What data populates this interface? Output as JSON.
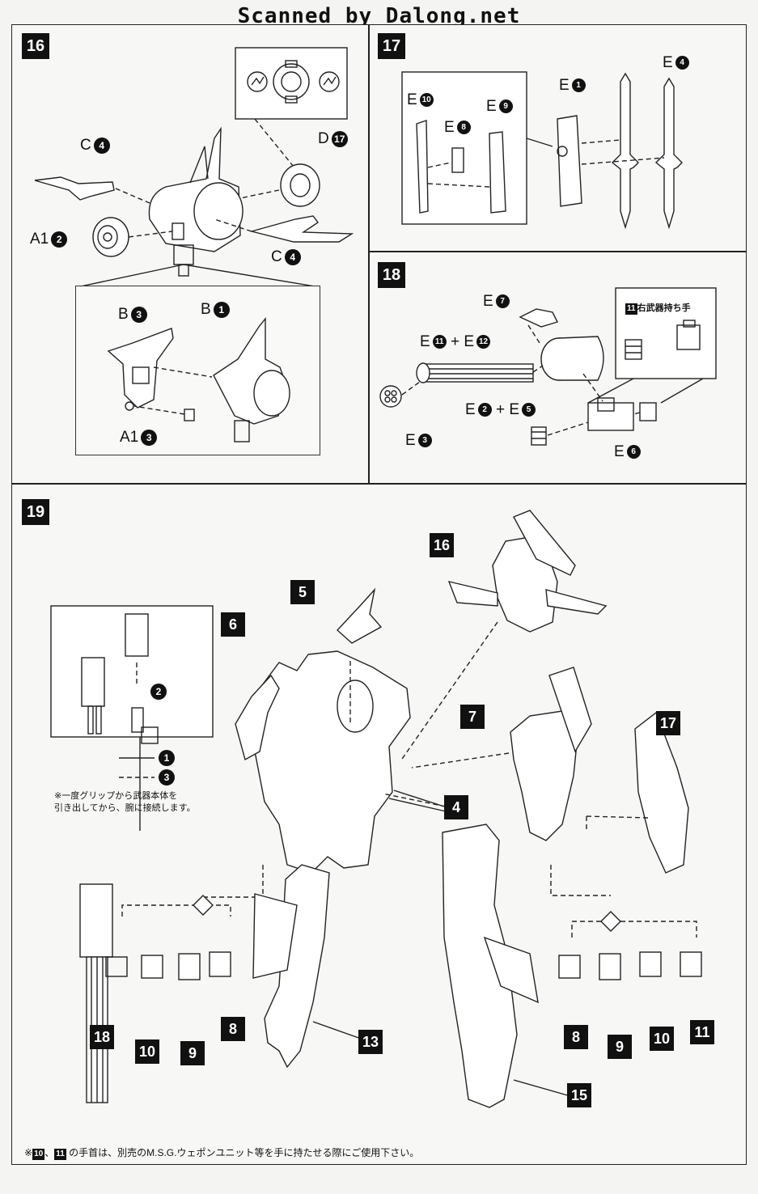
{
  "header": {
    "title": "Scanned by Dalong.net"
  },
  "steps": {
    "s16": {
      "number": "16",
      "labels": {
        "c4_top": "C",
        "c4_top_n": "4",
        "a1_2": "A1",
        "a1_2_n": "2",
        "d17": "D",
        "d17_n": "17",
        "c4_bottom": "C",
        "c4_bottom_n": "4"
      },
      "inset": {
        "b3": "B",
        "b3_n": "3",
        "b1": "B",
        "b1_n": "1",
        "a1_3": "A1",
        "a1_3_n": "3"
      }
    },
    "s17": {
      "number": "17",
      "labels": {
        "e10": "E",
        "e10_n": "10",
        "e8": "E",
        "e8_n": "8",
        "e9": "E",
        "e9_n": "9",
        "e1": "E",
        "e1_n": "1",
        "e4": "E",
        "e4_n": "4"
      }
    },
    "s18": {
      "number": "18",
      "labels": {
        "e7": "E",
        "e7_n": "7",
        "e11": "E",
        "e11_n": "11",
        "plus1": "+",
        "e12": "E",
        "e12_n": "12",
        "e2": "E",
        "e2_n": "2",
        "plus2": "+",
        "e5": "E",
        "e5_n": "5",
        "e3": "E",
        "e3_n": "3",
        "e6": "E",
        "e6_n": "6"
      },
      "hand_label_n": "11",
      "hand_label": "右武器持ち手"
    },
    "s19": {
      "number": "19",
      "refs": {
        "r16": "16",
        "r5": "5",
        "r6": "6",
        "r7": "7",
        "r4": "4",
        "r17": "17",
        "r13": "13",
        "r15": "15",
        "l18": "18",
        "l10": "10",
        "l9": "9",
        "l8": "8",
        "rr8": "8",
        "rr9": "9",
        "rr10": "10",
        "rr11": "11"
      },
      "inset": {
        "step2": "2",
        "step1": "1",
        "step3": "3",
        "note_line1": "※一度グリップから武器本体を",
        "note_line2": "引き出してから、腕に接続します。"
      }
    }
  },
  "footer": {
    "prefix": "※",
    "n1": "10",
    "sep": "、",
    "n2": "11",
    "text": " の手首は、別売のM.S.G.ウェポンユニット等を手に持たせる際にご使用下さい。"
  }
}
